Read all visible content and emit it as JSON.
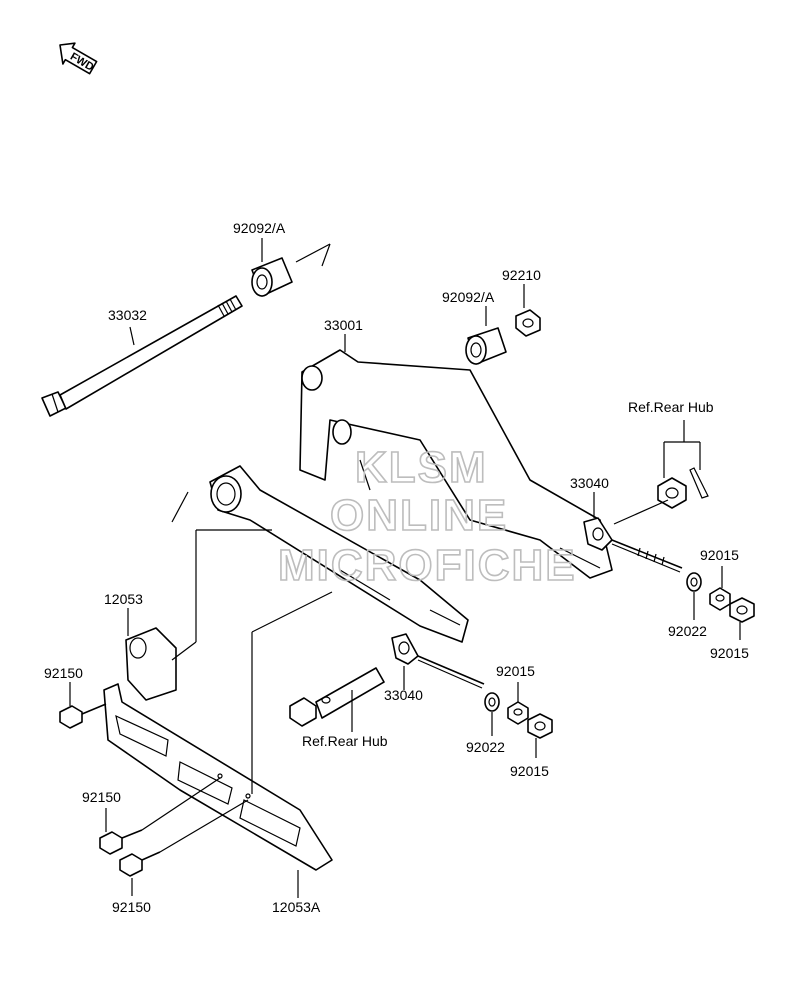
{
  "fwd_indicator": {
    "text": "FWD",
    "icon": "fwd-arrow-icon"
  },
  "watermark": {
    "line1": "KLSM",
    "line2": "ONLINE",
    "line3": "MICROFICHE"
  },
  "labels": {
    "l33032": "33032",
    "l92092a_left": "92092/A",
    "l92092a_right": "92092/A",
    "l92210": "92210",
    "l33001": "33001",
    "l_ref_rear_hub_top": "Ref.Rear Hub",
    "l33040_right": "33040",
    "l92015_r1": "92015",
    "l92022_r": "92022",
    "l92015_r2": "92015",
    "l12053": "12053",
    "l92150_top": "92150",
    "l33040_mid": "33040",
    "l92015_m1": "92015",
    "l_ref_rear_hub_bottom": "Ref.Rear Hub",
    "l92022_m": "92022",
    "l92015_m2": "92015",
    "l92150_mid": "92150",
    "l92150_bottom": "92150",
    "l12053a": "12053A"
  }
}
